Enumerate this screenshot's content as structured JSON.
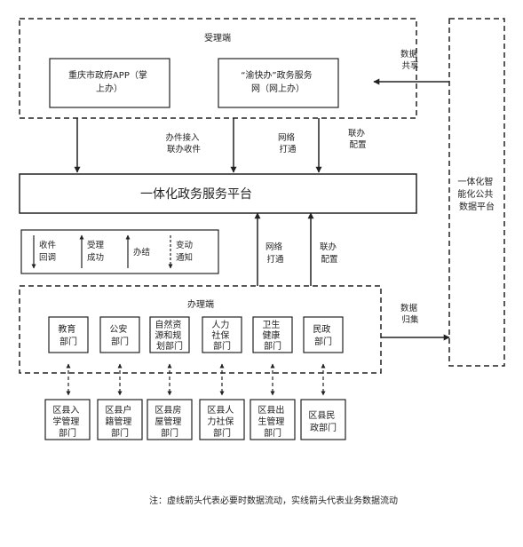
{
  "acceptance": {
    "title": "受理端",
    "app_lines": [
      "重庆市政府APP（掌",
      "上办）"
    ],
    "web_lines": [
      "“渝快办”政务服务",
      "网（网上办）"
    ]
  },
  "labels": {
    "intake": [
      "办件接入",
      "联办收件"
    ],
    "network_top": [
      "网络",
      "打通"
    ],
    "joint_config_top": [
      "联办",
      "配置"
    ],
    "data_share": [
      "数据",
      "共享"
    ],
    "network_mid": [
      "网络",
      "打通"
    ],
    "joint_config_mid": [
      "联办",
      "配置"
    ],
    "data_collect": [
      "数据",
      "归集"
    ]
  },
  "platform": {
    "title": "一体化政务服务平台"
  },
  "public_platform": {
    "lines": [
      "一体化智",
      "能化公共",
      "数据平台"
    ]
  },
  "status": [
    {
      "lines": [
        "收件",
        "回调"
      ]
    },
    {
      "lines": [
        "受理",
        "成功"
      ]
    },
    {
      "lines": [
        "办结"
      ]
    },
    {
      "lines": [
        "变动",
        "通知"
      ]
    }
  ],
  "handling": {
    "title": "办理端",
    "departments": [
      {
        "lines": [
          "教育",
          "部门"
        ]
      },
      {
        "lines": [
          "公安",
          "部门"
        ]
      },
      {
        "lines": [
          "自然资",
          "源和规",
          "划部门"
        ]
      },
      {
        "lines": [
          "人力",
          "社保",
          "部门"
        ]
      },
      {
        "lines": [
          "卫生",
          "健康",
          "部门"
        ]
      },
      {
        "lines": [
          "民政",
          "部门"
        ]
      }
    ]
  },
  "district": [
    {
      "lines": [
        "区县入",
        "学管理",
        "部门"
      ]
    },
    {
      "lines": [
        "区县户",
        "籍管理",
        "部门"
      ]
    },
    {
      "lines": [
        "区县房",
        "屋管理",
        "部门"
      ]
    },
    {
      "lines": [
        "区县人",
        "力社保",
        "部门"
      ]
    },
    {
      "lines": [
        "区县出",
        "生管理",
        "部门"
      ]
    },
    {
      "lines": [
        "区县民",
        "政部门"
      ]
    }
  ],
  "note": "注：虚线箭头代表必要时数据流动，实线箭头代表业务数据流动"
}
